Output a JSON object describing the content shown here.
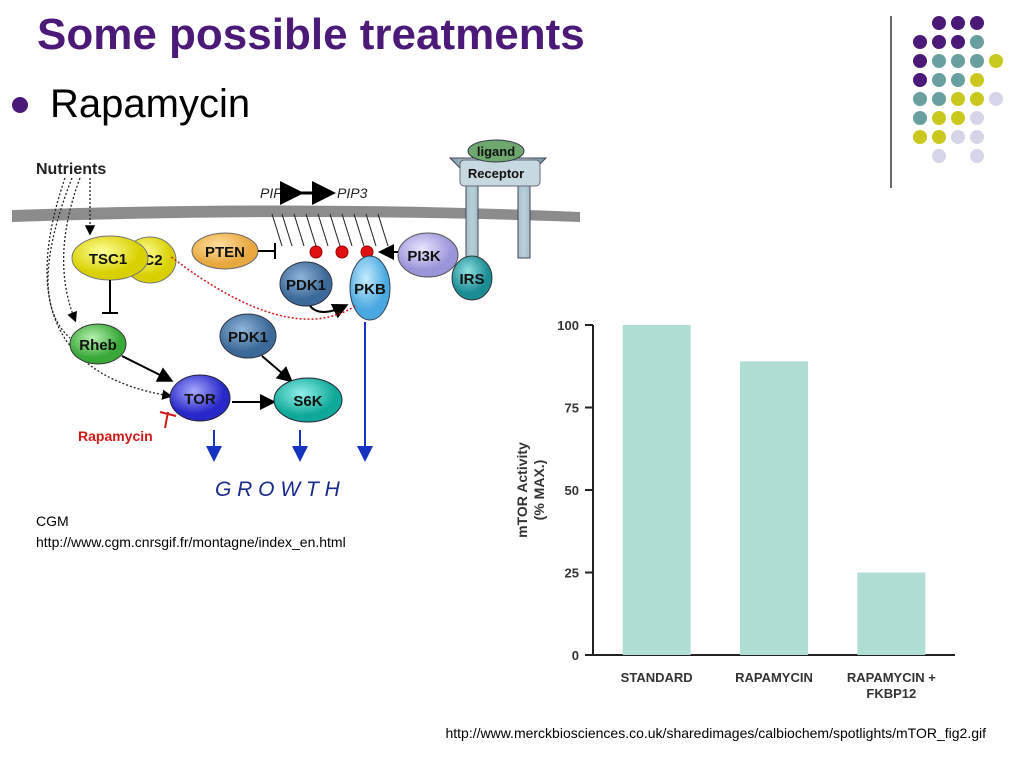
{
  "slide": {
    "title": "Some possible treatments",
    "bullet": "Rapamycin"
  },
  "pathway": {
    "nutrients": "Nutrients",
    "pip2": "PIP2",
    "pip3": "PIP3",
    "ligand": "ligand",
    "receptor": "Receptor",
    "tsc1": "TSC1",
    "tsc2": "C2",
    "pten": "PTEN",
    "pi3k": "PI3K",
    "pdk1_top": "PDK1",
    "pkb": "PKB",
    "irs": "IRS",
    "pdk1_mid": "PDK1",
    "rheb": "Rheb",
    "tor": "TOR",
    "s6k": "S6K",
    "rapamycin": "Rapamycin",
    "growth": "G R O W T H"
  },
  "captions": {
    "cgm_name": "CGM",
    "cgm_url": "http://www.cgm.cnrsgif.fr/montagne/index_en.html",
    "merck_url": "http://www.merckbiosciences.co.uk/sharedimages/calbiochem/spotlights/mTOR_fig2.gif"
  },
  "colors": {
    "title": "#4b1a78",
    "bar": "#b0ded4",
    "dot_purple": "#4b1a78",
    "dot_teal": "#6a9f9f",
    "dot_yellow": "#c8c81e",
    "dot_lavender": "#d6d4e8"
  },
  "chart_data": {
    "type": "bar",
    "categories": [
      "STANDARD",
      "RAPAMYCIN",
      "RAPAMYCIN +\nFKBP12"
    ],
    "values": [
      100,
      89,
      25
    ],
    "ylabel": "mTOR Activity\n(% MAX.)",
    "yticks": [
      0,
      25,
      50,
      75,
      100
    ],
    "ylim": [
      0,
      100
    ],
    "grid": false
  }
}
